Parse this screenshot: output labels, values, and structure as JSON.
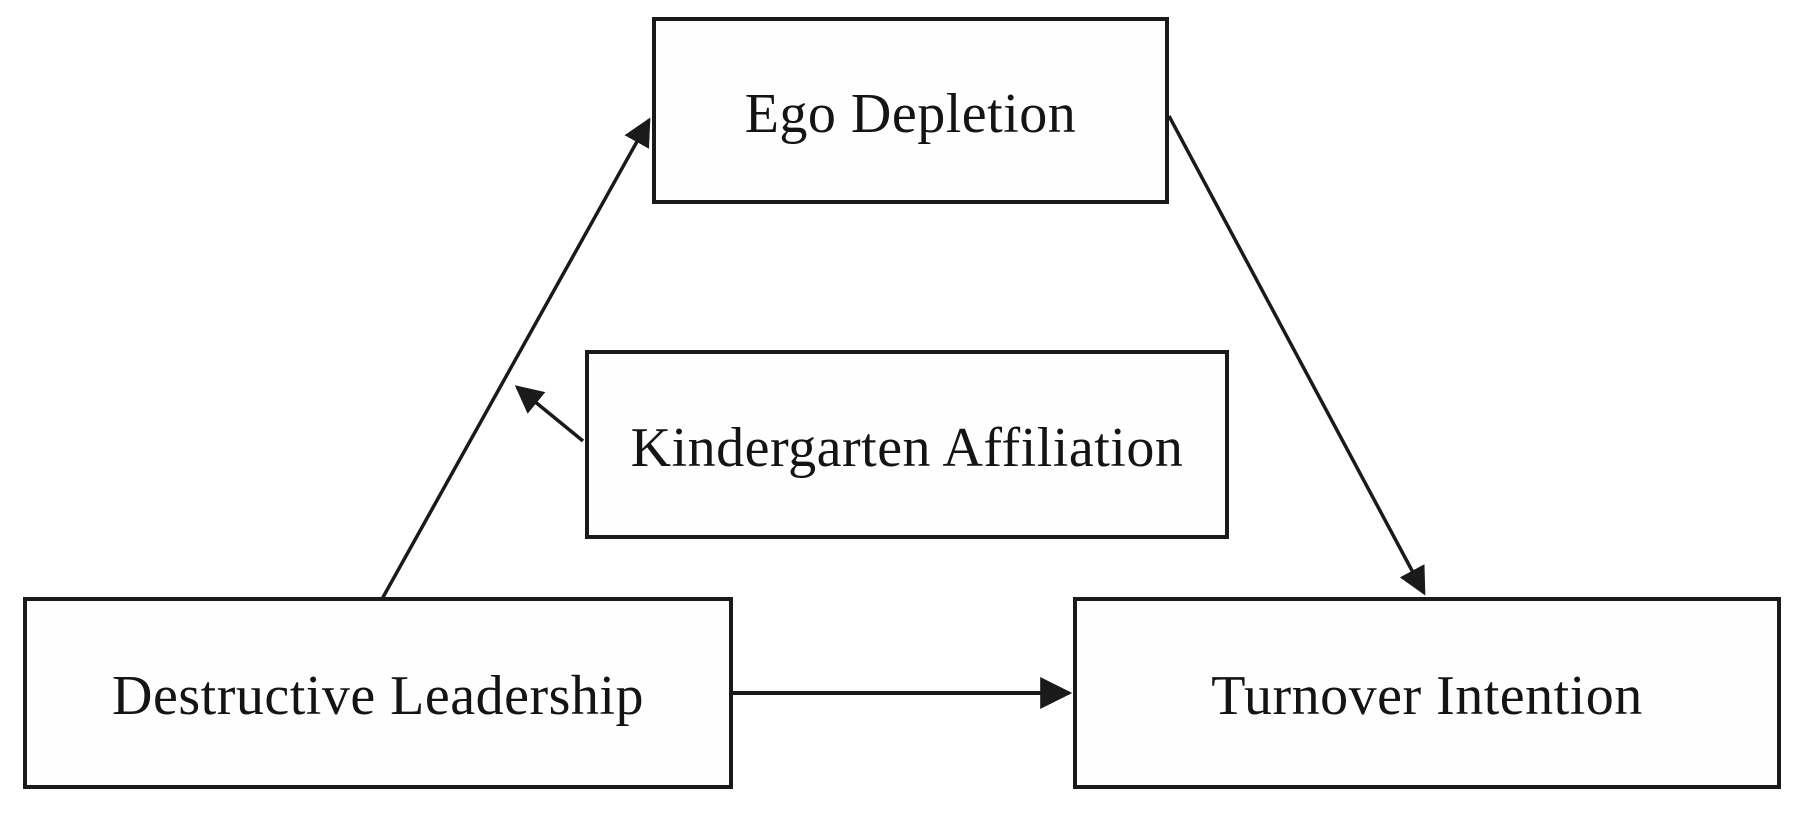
{
  "diagram": {
    "type": "mediation-moderation-model",
    "background_color": "#ffffff",
    "line_color": "#1a1a1a",
    "text_color": "#141414",
    "nodes": [
      {
        "id": "ego-depletion",
        "label": "Ego Depletion",
        "role": "mediator"
      },
      {
        "id": "kindergarten-affiliation",
        "label": "Kindergarten Affiliation",
        "role": "moderator"
      },
      {
        "id": "destructive-leadership",
        "label": "Destructive Leadership",
        "role": "independent-variable"
      },
      {
        "id": "turnover-intention",
        "label": "Turnover Intention",
        "role": "dependent-variable"
      }
    ],
    "edges": [
      {
        "from": "destructive-leadership",
        "to": "ego-depletion",
        "style": "arrow"
      },
      {
        "from": "ego-depletion",
        "to": "turnover-intention",
        "style": "arrow"
      },
      {
        "from": "destructive-leadership",
        "to": "turnover-intention",
        "style": "arrow"
      },
      {
        "from": "kindergarten-affiliation",
        "to": "path:destructive-leadership->ego-depletion",
        "style": "arrow"
      }
    ]
  }
}
